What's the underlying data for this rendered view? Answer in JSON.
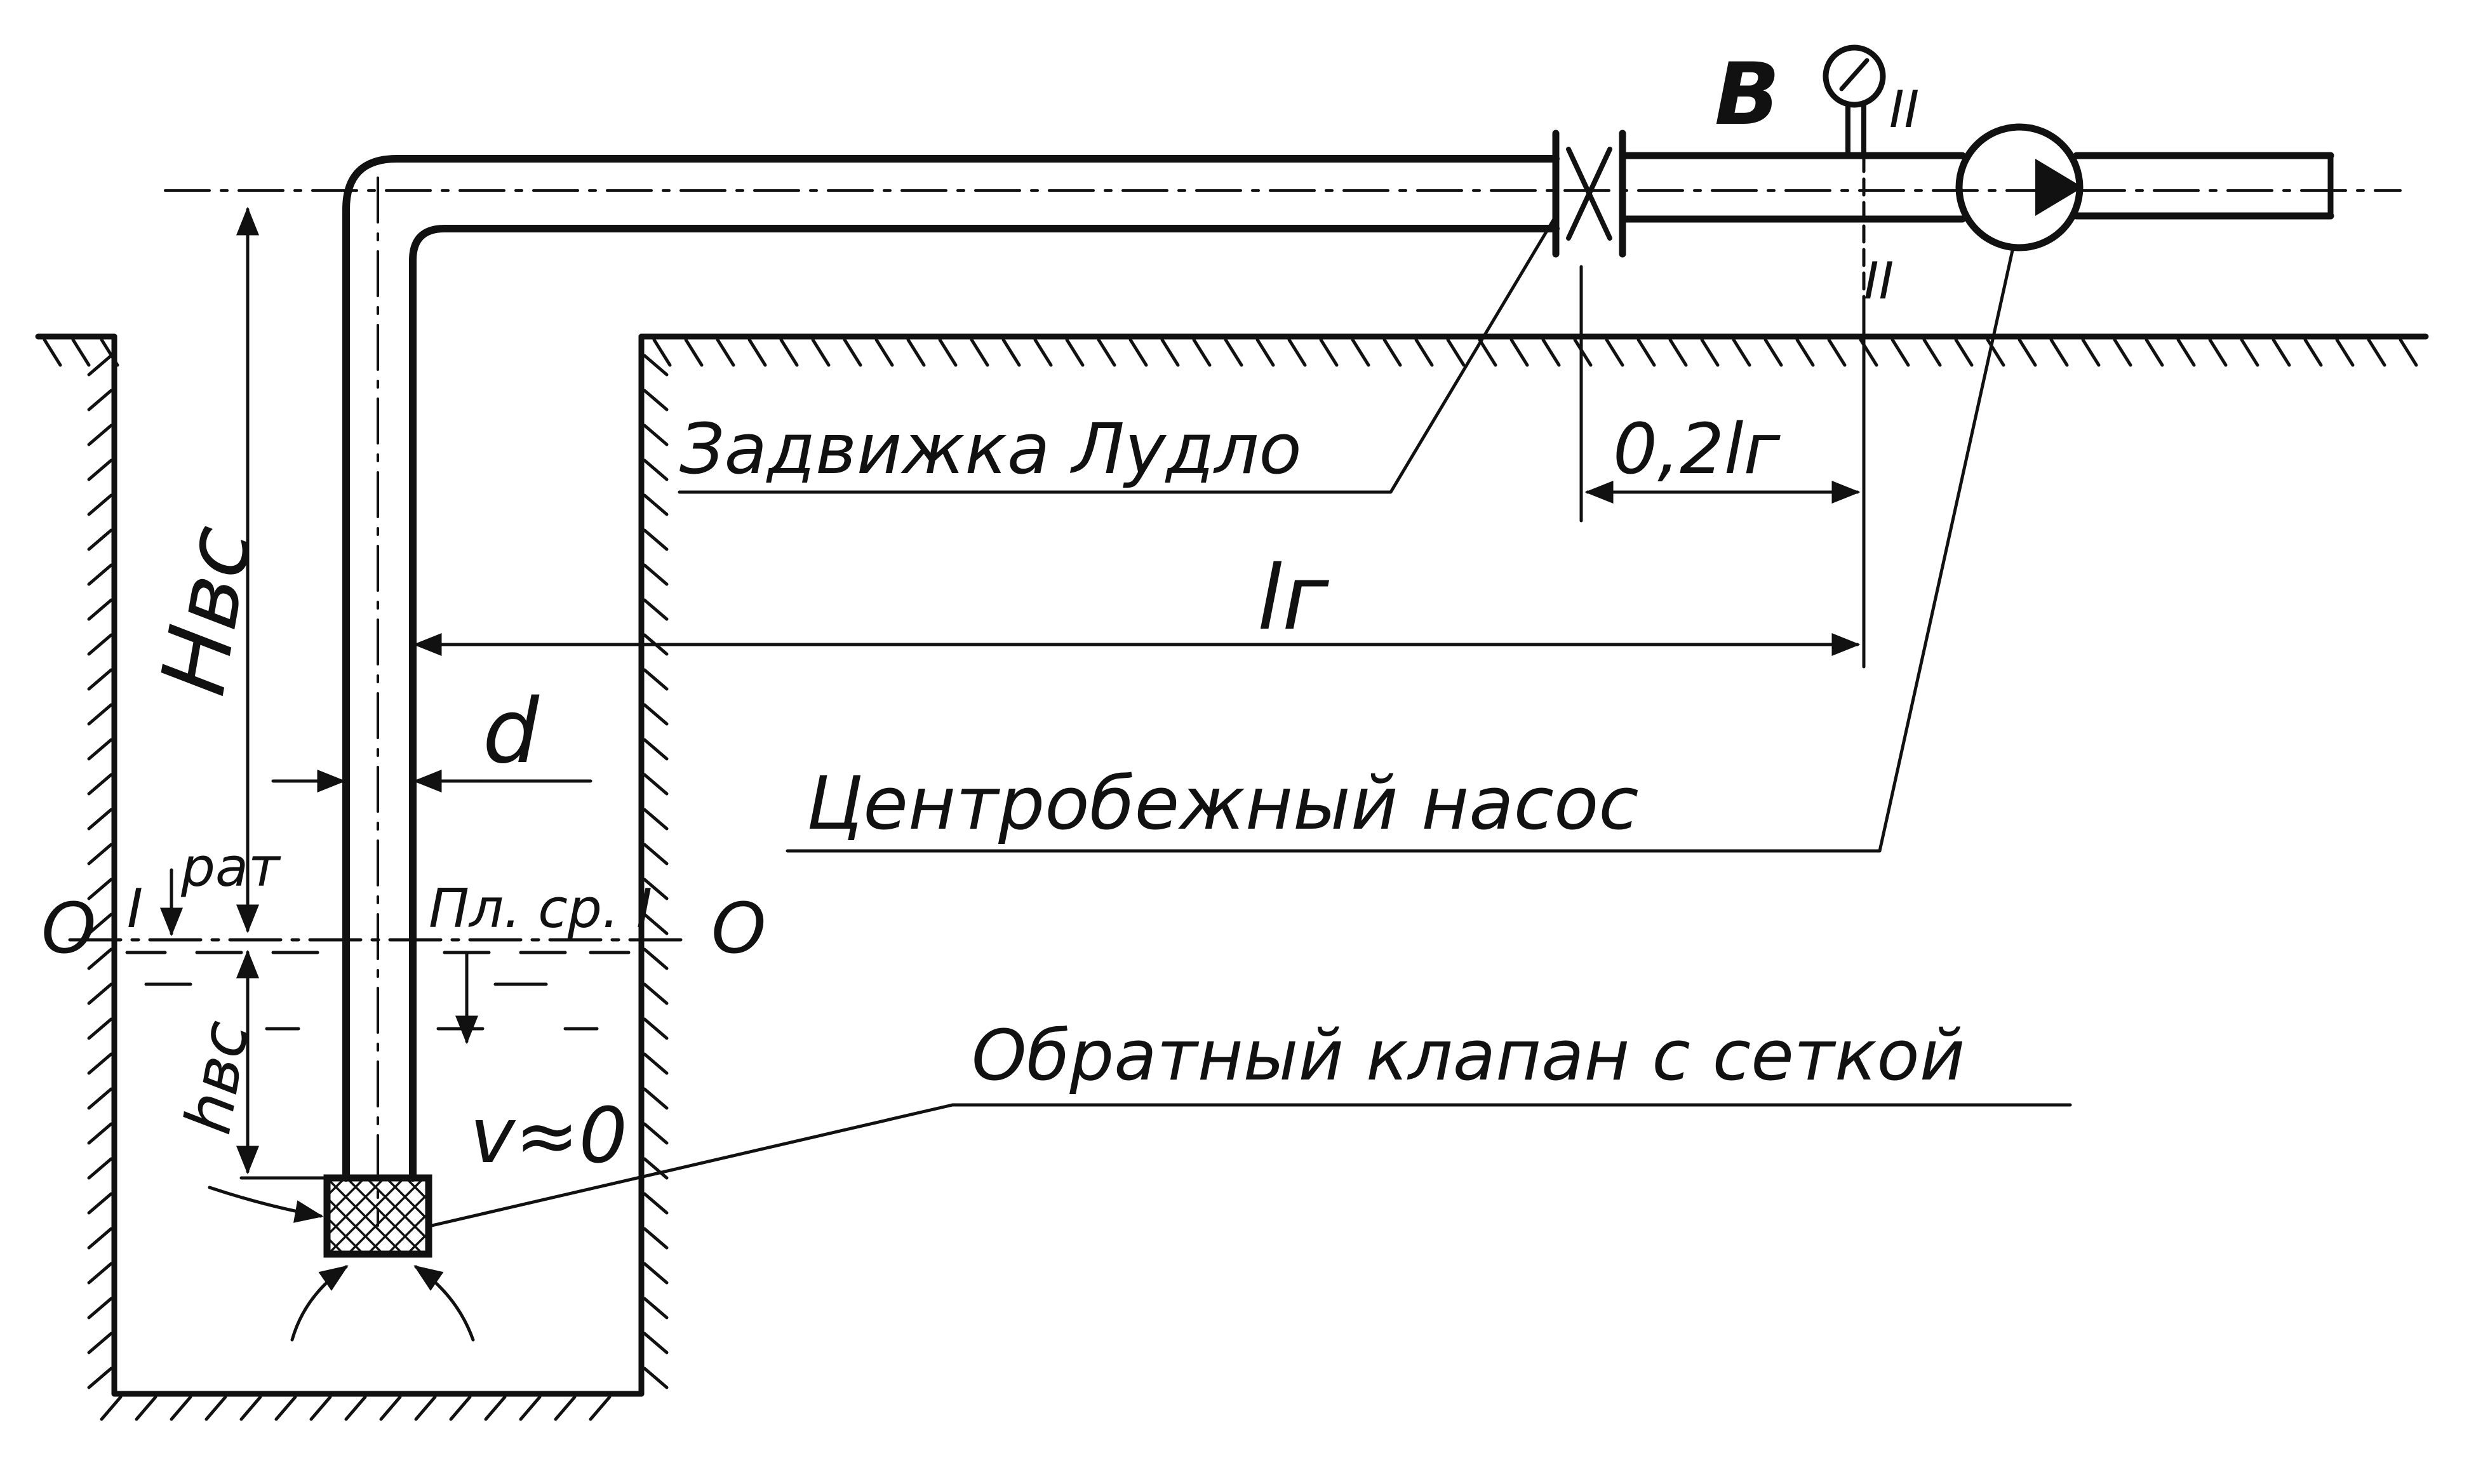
{
  "labels": {
    "valve": "Задвижка Лудло",
    "pump": "Центробежный насос",
    "check_valve": "Обратный клапан с сеткой",
    "suction_head": "Hвс",
    "submergence": "hвс",
    "diameter": "d",
    "horizontal_length": "lг",
    "gauge_distance": "0,2lг",
    "point_b": "B",
    "section_2_top": "II",
    "section_2_bottom": "II",
    "atm_pressure": "pат",
    "section_1": "I",
    "plane_label": "Пл. ср. I",
    "zero_left": "O",
    "zero_right": "O",
    "velocity": "v≈0"
  },
  "colors": {
    "ink": "#111111",
    "background": "#ffffff"
  }
}
